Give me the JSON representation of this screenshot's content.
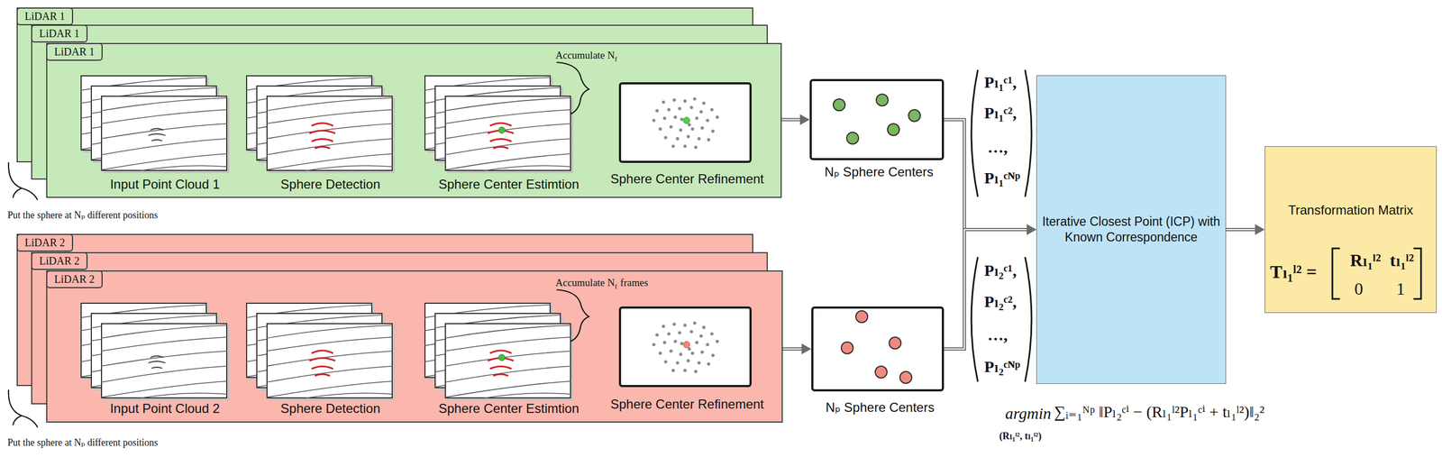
{
  "diagram": {
    "nodes": [
      {
        "text": [
          "LiDAR 1"
        ]
      },
      {
        "text": [
          "LiDAR 1"
        ]
      },
      {
        "text": [
          "LiDAR 1"
        ]
      },
      {
        "text": [
          "Input Point Cloud 1"
        ],
        "in": 2
      },
      {
        "text": [
          "Sphere Detection"
        ],
        "in": 2
      },
      {
        "text": [
          "Sphere Center Estimtion"
        ],
        "in": 2
      },
      {
        "text": [
          "Sphere Center Refinement"
        ],
        "in": 2
      },
      {
        "text": [
          "Nₚ Sphere Centers"
        ]
      },
      {
        "text": [
          "LiDAR 2"
        ]
      },
      {
        "text": [
          "LiDAR 2"
        ]
      },
      {
        "text": [
          "LiDAR 2"
        ]
      },
      {
        "text": [
          "Input Point Cloud 2"
        ],
        "in": 10
      },
      {
        "text": [
          "Sphere Detection"
        ],
        "in": 10
      },
      {
        "text": [
          "Sphere Center Estimtion"
        ],
        "in": 10
      },
      {
        "text": [
          "Sphere Center Refinement"
        ],
        "in": 10
      },
      {
        "text": [
          "Nₚ Sphere Centers"
        ]
      },
      {
        "text": [
          "Iterative Closest Point (ICP) with Known Correspondence"
        ]
      },
      {
        "text": [
          "Transformation Matrix",
          "Tₗ₁ˡ² =",
          "Rₗ₁ˡ²",
          "tₗ₁ˡ²",
          "0",
          "1"
        ]
      }
    ],
    "edges": [
      {
        "from": 2,
        "to": 7,
        "arrow": "to"
      },
      {
        "from": 10,
        "to": 15,
        "arrow": "to"
      },
      {
        "from": 7,
        "to": 16,
        "arrow": "to"
      },
      {
        "from": 15,
        "to": 16,
        "arrow": "to"
      },
      {
        "from": 16,
        "to": 17,
        "arrow": "to"
      }
    ],
    "labels": [
      "Accumulate N",
      "f",
      "Put the sphere at Nₚ different positions",
      "Accumulate N",
      "f",
      "frames",
      "Put the sphere at Nₚ different positions",
      "Pₗ₁ᶜ¹,",
      "Pₗ₁ᶜ²,",
      "…,",
      "Pₗ₁ᶜᴺᵖ",
      "Pₗ₂ᶜ¹,",
      "Pₗ₂ᶜ²,",
      "…,",
      "Pₗ₂ᶜᴺᵖ",
      "argmin",
      "(Rₗ₁ˡ², tₗ₁ˡ²)",
      "∑ᵢ₌₁ᴺᵖ ‖Pₗ₂ᶜⁱ − (Rₗ₁ˡ²Pₗ₁ᶜⁱ + tₗ₁ˡ²)‖₂²"
    ]
  }
}
